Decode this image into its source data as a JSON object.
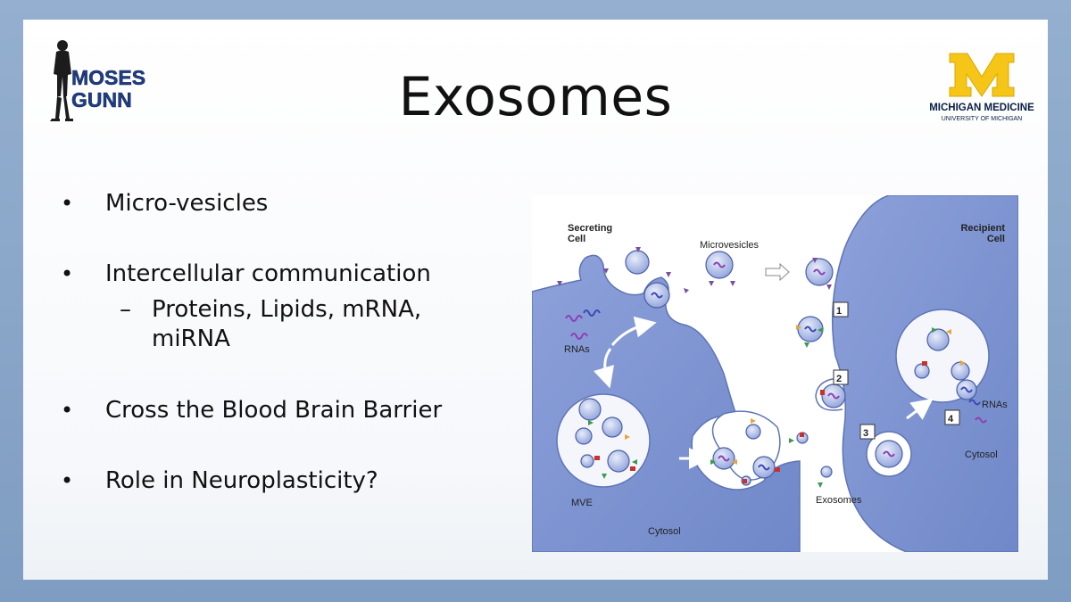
{
  "slide": {
    "title": "Exosomes",
    "bullets": [
      {
        "text": "Micro-vesicles"
      },
      {
        "text": "Intercellular communication",
        "sub": [
          "Proteins, Lipids, mRNA, miRNA"
        ]
      },
      {
        "text": "Cross the Blood Brain Barrier"
      },
      {
        "text": "Role in Neuroplasticity?"
      }
    ]
  },
  "logos": {
    "left": {
      "line1": "MOSES",
      "line2": "GUNN"
    },
    "right": {
      "mark": "M",
      "line1": "MICHIGAN MEDICINE",
      "line2": "UNIVERSITY OF MICHIGAN",
      "color": "#f5c518"
    }
  },
  "diagram": {
    "secreting_cell": [
      "Secreting",
      "Cell"
    ],
    "recipient_cell": [
      "Recipient",
      "Cell"
    ],
    "microvesicles": "Microvesicles",
    "rnas_left": "RNAs",
    "rnas_right": "RNAs",
    "mve": "MVE",
    "cytosol_left": "Cytosol",
    "cytosol_right": "Cytosol",
    "exosomes": "Exosomes",
    "steps": [
      "1",
      "2",
      "3",
      "4"
    ],
    "colors": {
      "cell": "#7f96d3",
      "cell_light": "#b7c4ea",
      "membrane": "#5f74b5",
      "rna_purple": "#8e3fb3",
      "rna_blue": "#3c49b5",
      "tri_green": "#3b9a4e",
      "tri_orange": "#e8a53a",
      "tri_red": "#c8302a"
    }
  }
}
